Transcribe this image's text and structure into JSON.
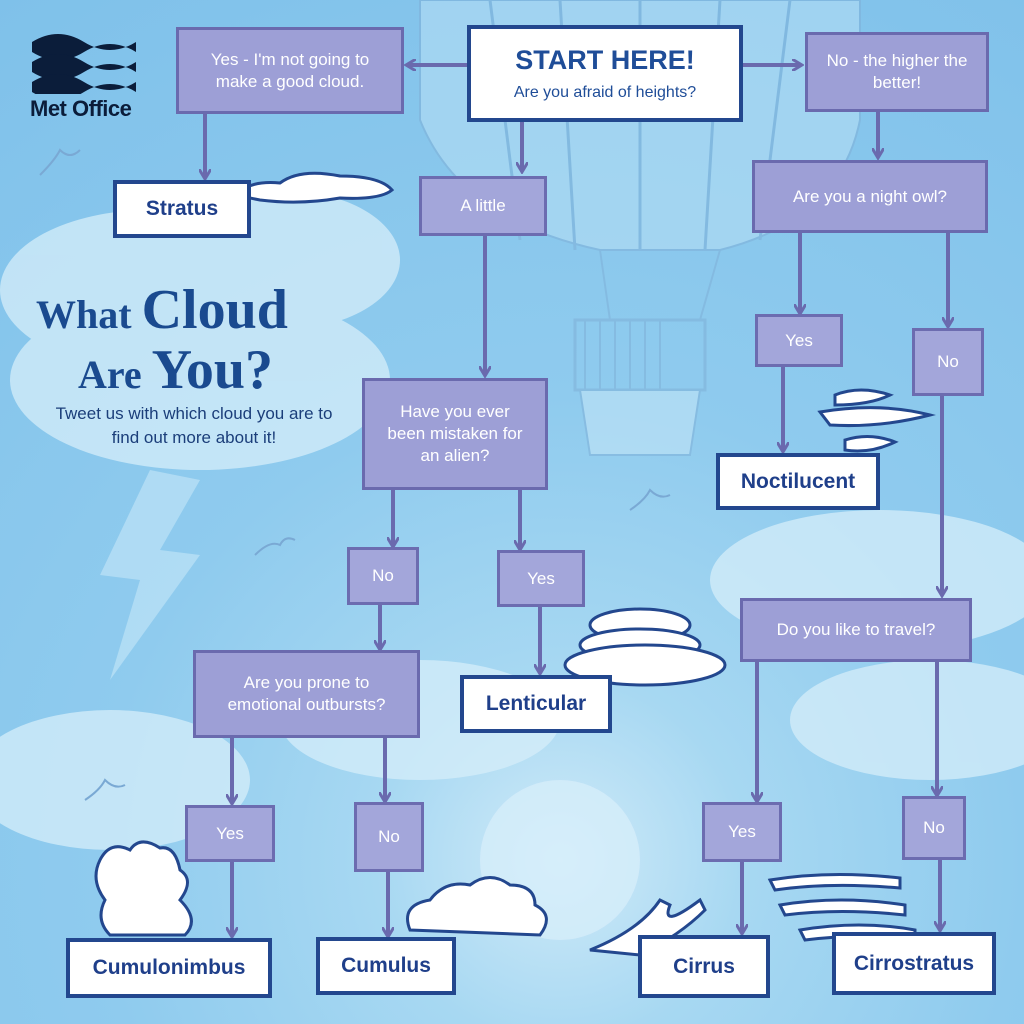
{
  "brand": {
    "name": "Met Office"
  },
  "title": {
    "what": "What",
    "cloud": "Cloud",
    "are": "Are",
    "you": "You?"
  },
  "tagline": "Tweet us with which cloud you are to find out more about it!",
  "start": {
    "heading": "START HERE!",
    "question": "Are you afraid of heights?"
  },
  "boxes": {
    "yes_not_good": "Yes - I'm not going to make a good cloud.",
    "no_higher": "No - the higher the better!",
    "a_little": "A little",
    "night_owl": "Are you a night owl?",
    "night_yes": "Yes",
    "night_no": "No",
    "alien": "Have you ever been mistaken for an alien?",
    "alien_no": "No",
    "alien_yes": "Yes",
    "outbursts": "Are you prone to emotional outbursts?",
    "outburst_yes": "Yes",
    "outburst_no": "No",
    "travel": "Do you like to travel?",
    "travel_yes": "Yes",
    "travel_no": "No"
  },
  "results": {
    "stratus": "Stratus",
    "noctilucent": "Noctilucent",
    "lenticular": "Lenticular",
    "cumulonimbus": "Cumulonimbus",
    "cumulus": "Cumulus",
    "cirrus": "Cirrus",
    "cirrostratus": "Cirrostratus"
  },
  "colors": {
    "sky": "#8fcbee",
    "question_box": "#9d9fd6",
    "result_border": "#23478e",
    "title_blue": "#1a4a8f",
    "arrow": "#6a6aae"
  }
}
